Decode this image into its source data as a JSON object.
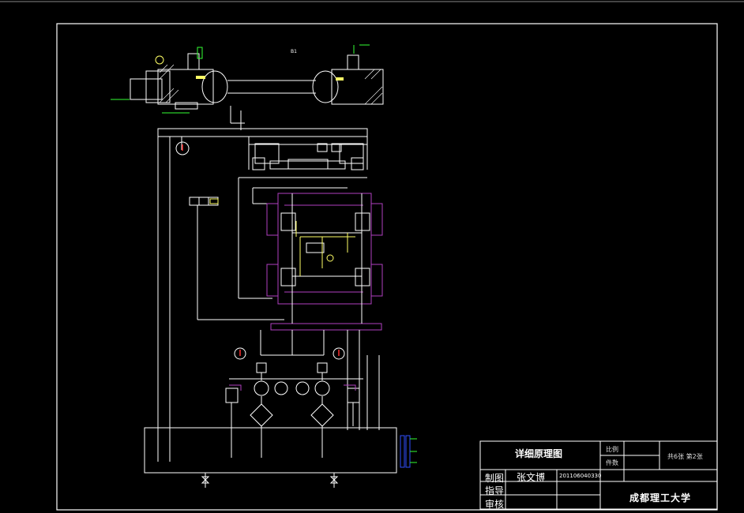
{
  "colors": {
    "background": "#000000",
    "frame": "#ffffff",
    "line": "#ffffff",
    "magenta": "#b040c0",
    "yellow": "#ffff66",
    "green": "#33ff33",
    "red": "#ff3030",
    "blue": "#3050ff"
  },
  "title_block": {
    "drawing_title": "详细原理图",
    "scale_label": "比例",
    "count_label": "件数",
    "sheet_info": "共6张  第2张",
    "drawn_label": "制图",
    "drawn_name": "张文博",
    "student_id": "201106040330",
    "guide_label": "指导",
    "review_label": "审核",
    "university": "成都理工大学"
  },
  "labels": {
    "top_right_tag": "B1",
    "top_left_tag": "",
    "side_labels": [
      "",
      "",
      ""
    ]
  }
}
